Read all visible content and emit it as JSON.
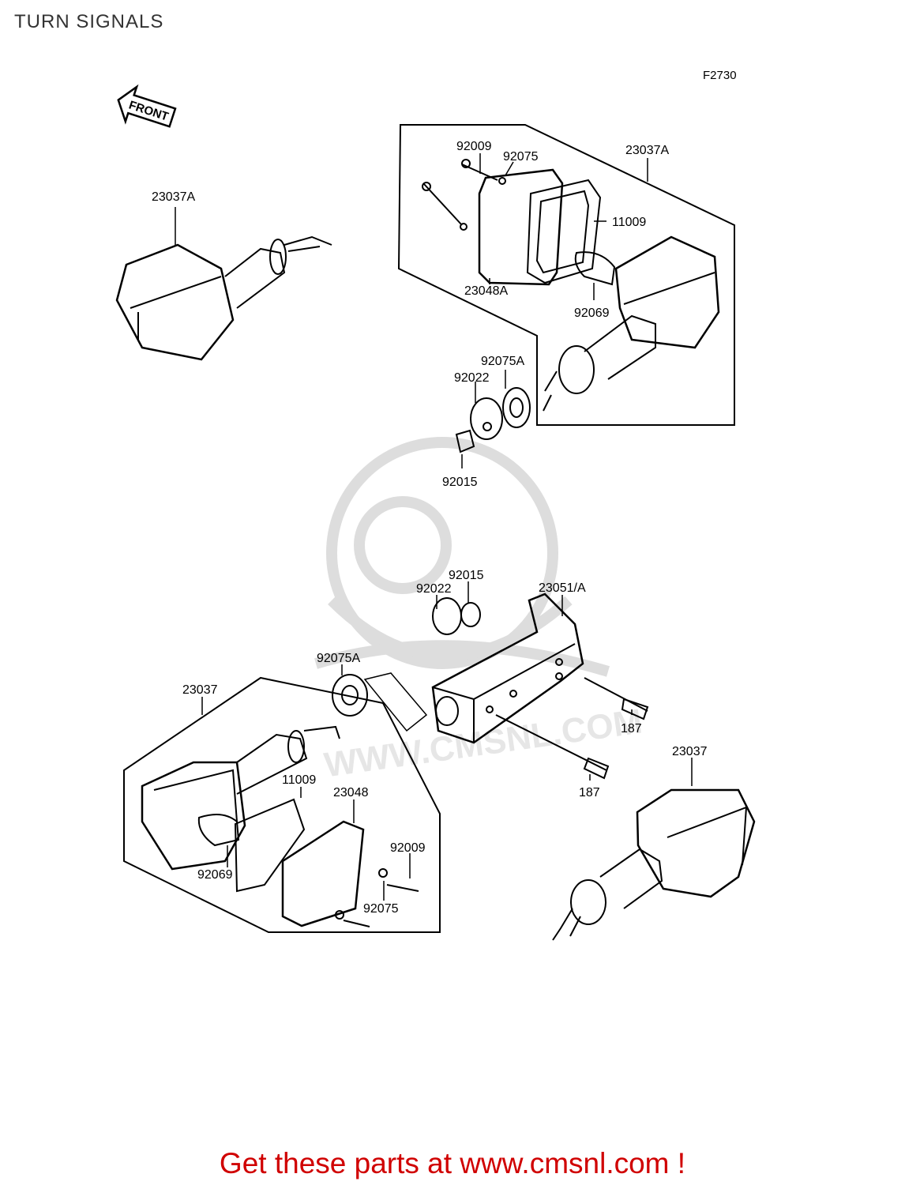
{
  "title": "TURN SIGNALS",
  "figure_code": "F2730",
  "front_label": "FRONT",
  "watermark": "WWW.CMSNL.COM",
  "callouts": {
    "p23037A_left": "23037A",
    "p23037A_right": "23037A",
    "p92009_top": "92009",
    "p92075_top": "92075",
    "p11009_top": "11009",
    "p23048A": "23048A",
    "p92069_top": "92069",
    "p92075A_top": "92075A",
    "p92022_top": "92022",
    "p92015_top": "92015",
    "p92015_mid": "92015",
    "p92022_mid": "92022",
    "p23051A": "23051/A",
    "p92075A_mid": "92075A",
    "p23037_left": "23037",
    "p187_a": "187",
    "p187_b": "187",
    "p23037_right": "23037",
    "p11009_bot": "11009",
    "p23048": "23048",
    "p92009_bot": "92009",
    "p92069_bot": "92069",
    "p92075_bot": "92075"
  },
  "footer": "Get these parts at www.cmsnl.com !",
  "colors": {
    "footer": "#d00000",
    "line": "#000000",
    "watermark": "#d9d9d9"
  }
}
